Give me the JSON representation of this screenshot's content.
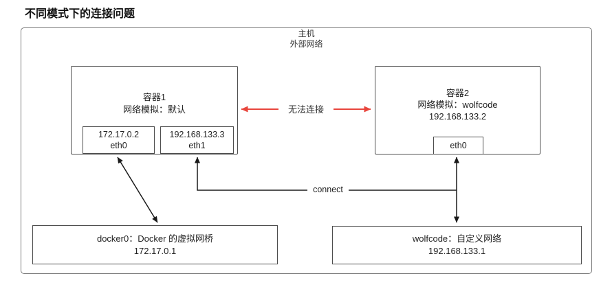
{
  "title": "不同模式下的连接问题",
  "host": {
    "label_line1": "主机",
    "label_line2": "外部网络"
  },
  "container1": {
    "title": "容器1",
    "mode": "网络模拟：默认",
    "eth0": {
      "ip": "172.17.0.2",
      "name": "eth0"
    },
    "eth1": {
      "ip": "192.168.133.3",
      "name": "eth1"
    }
  },
  "container2": {
    "title": "容器2",
    "mode": "网络模拟：wolfcode",
    "ip": "192.168.133.2",
    "eth0": {
      "name": "eth0"
    }
  },
  "labels": {
    "no_connection": "无法连接",
    "connect": "connect"
  },
  "networks": {
    "docker0": {
      "name": "docker0：Docker 的虚拟网桥",
      "ip": "172.17.0.1"
    },
    "wolfcode": {
      "name": "wolfcode：自定义网络",
      "ip": "192.168.133.1"
    }
  },
  "colors": {
    "border": "#4d4d4d",
    "outer_border": "#7a7a7a",
    "arrow": "#1a1a1a",
    "no_connection_arrow": "#e8453c"
  }
}
